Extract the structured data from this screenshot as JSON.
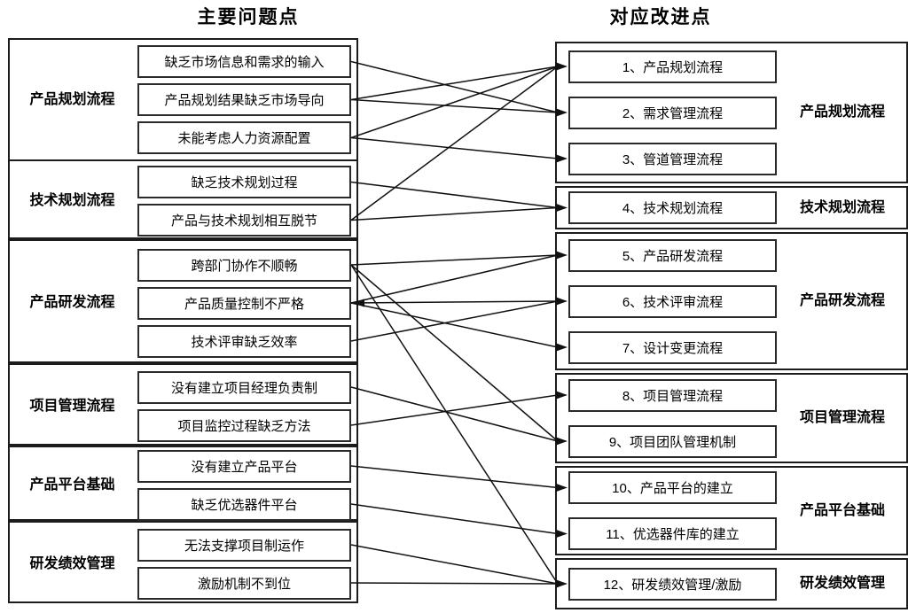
{
  "titles": {
    "problems": "主要问题点",
    "improvements": "对应改进点"
  },
  "left_sections": [
    {
      "label": "产品规划流程",
      "items": [
        "缺乏市场信息和需求的输入",
        "产品规划结果缺乏市场导向",
        "未能考虑人力资源配置"
      ]
    },
    {
      "label": "技术规划流程",
      "items": [
        "缺乏技术规划过程",
        "产品与技术规划相互脱节"
      ]
    },
    {
      "label": "产品研发流程",
      "items": [
        "跨部门协作不顺畅",
        "产品质量控制不严格",
        "技术评审缺乏效率"
      ]
    },
    {
      "label": "项目管理流程",
      "items": [
        "没有建立项目经理负责制",
        "项目监控过程缺乏方法"
      ]
    },
    {
      "label": "产品平台基础",
      "items": [
        "没有建立产品平台",
        "缺乏优选器件平台"
      ]
    },
    {
      "label": "研发绩效管理",
      "items": [
        "无法支撑项目制运作",
        "激励机制不到位"
      ]
    }
  ],
  "right_sections": [
    {
      "label": "产品规划流程",
      "items": [
        "1、产品规划流程",
        "2、需求管理流程",
        "3、管道管理流程"
      ]
    },
    {
      "label": "技术规划流程",
      "items": [
        "4、技术规划流程"
      ]
    },
    {
      "label": "产品研发流程",
      "items": [
        "5、产品研发流程",
        "6、技术评审流程",
        "7、设计变更流程"
      ]
    },
    {
      "label": "项目管理流程",
      "items": [
        "8、项目管理流程",
        "9、项目团队管理机制"
      ]
    },
    {
      "label": "产品平台基础",
      "items": [
        "10、产品平台的建立",
        "11、优选器件库的建立"
      ]
    },
    {
      "label": "研发绩效管理",
      "items": [
        "12、研发绩效管理/激励"
      ]
    }
  ],
  "connections": [
    {
      "from": 1,
      "to": 2
    },
    {
      "from": 2,
      "to": 1
    },
    {
      "from": 2,
      "to": 2
    },
    {
      "from": 3,
      "to": 1
    },
    {
      "from": 3,
      "to": 3
    },
    {
      "from": 4,
      "to": 4
    },
    {
      "from": 5,
      "to": 1
    },
    {
      "from": 5,
      "to": 4
    },
    {
      "from": 6,
      "to": 5
    },
    {
      "from": 6,
      "to": 9
    },
    {
      "from": 6,
      "to": 12
    },
    {
      "from": 7,
      "to": 5
    },
    {
      "from": 7,
      "to": 6
    },
    {
      "from": 7,
      "to": 7
    },
    {
      "from": 8,
      "to": 6
    },
    {
      "from": 9,
      "to": 9
    },
    {
      "from": 10,
      "to": 8
    },
    {
      "from": 11,
      "to": 10
    },
    {
      "from": 12,
      "to": 11
    },
    {
      "from": 13,
      "to": 12
    },
    {
      "from": 14,
      "to": 12
    }
  ],
  "back_arrow_on_problem": 7,
  "colors": {
    "line": "#111111",
    "border": "#1c1c1c",
    "background": "#ffffff"
  }
}
